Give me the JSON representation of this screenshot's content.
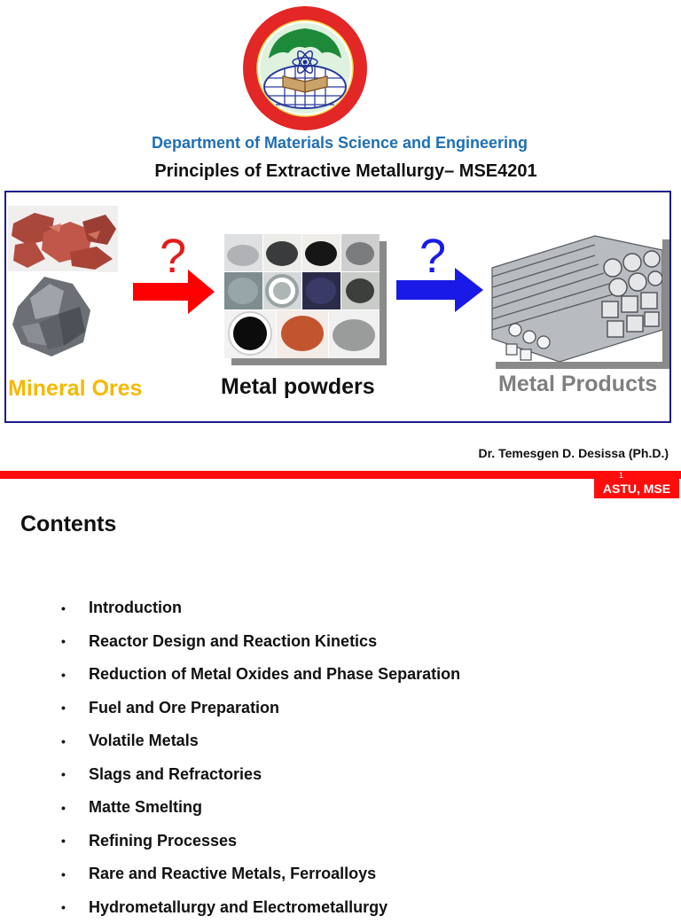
{
  "header": {
    "department": "Department of Materials Science and Engineering",
    "course": "Principles of Extractive Metallurgy– MSE4201"
  },
  "figure": {
    "question_mark": "?",
    "labels": {
      "ores": "Mineral Ores",
      "powders": "Metal powders",
      "products": "Metal Products"
    },
    "colors": {
      "ores_label": "#f5b800",
      "products_label": "#7f7f7f",
      "arrow_left": "#ff0000",
      "arrow_right": "#1a1ae6",
      "frame": "#1c1c8c"
    }
  },
  "author": "Dr. Temesgen D. Desissa (Ph.D.)",
  "footer": {
    "slide_number": "1",
    "badge": "ASTU, MSE",
    "bar_color": "#ff0d0d"
  },
  "contents": {
    "title": "Contents",
    "items": [
      "Introduction",
      "Reactor Design and Reaction Kinetics",
      "Reduction of Metal Oxides and Phase Separation",
      "Fuel and Ore Preparation",
      "Volatile Metals",
      "Slags and Refractories",
      "Matte Smelting",
      "Refining Processes",
      "Rare and Reactive Metals, Ferroalloys",
      "Hydrometallurgy  and Electrometallurgy"
    ]
  }
}
